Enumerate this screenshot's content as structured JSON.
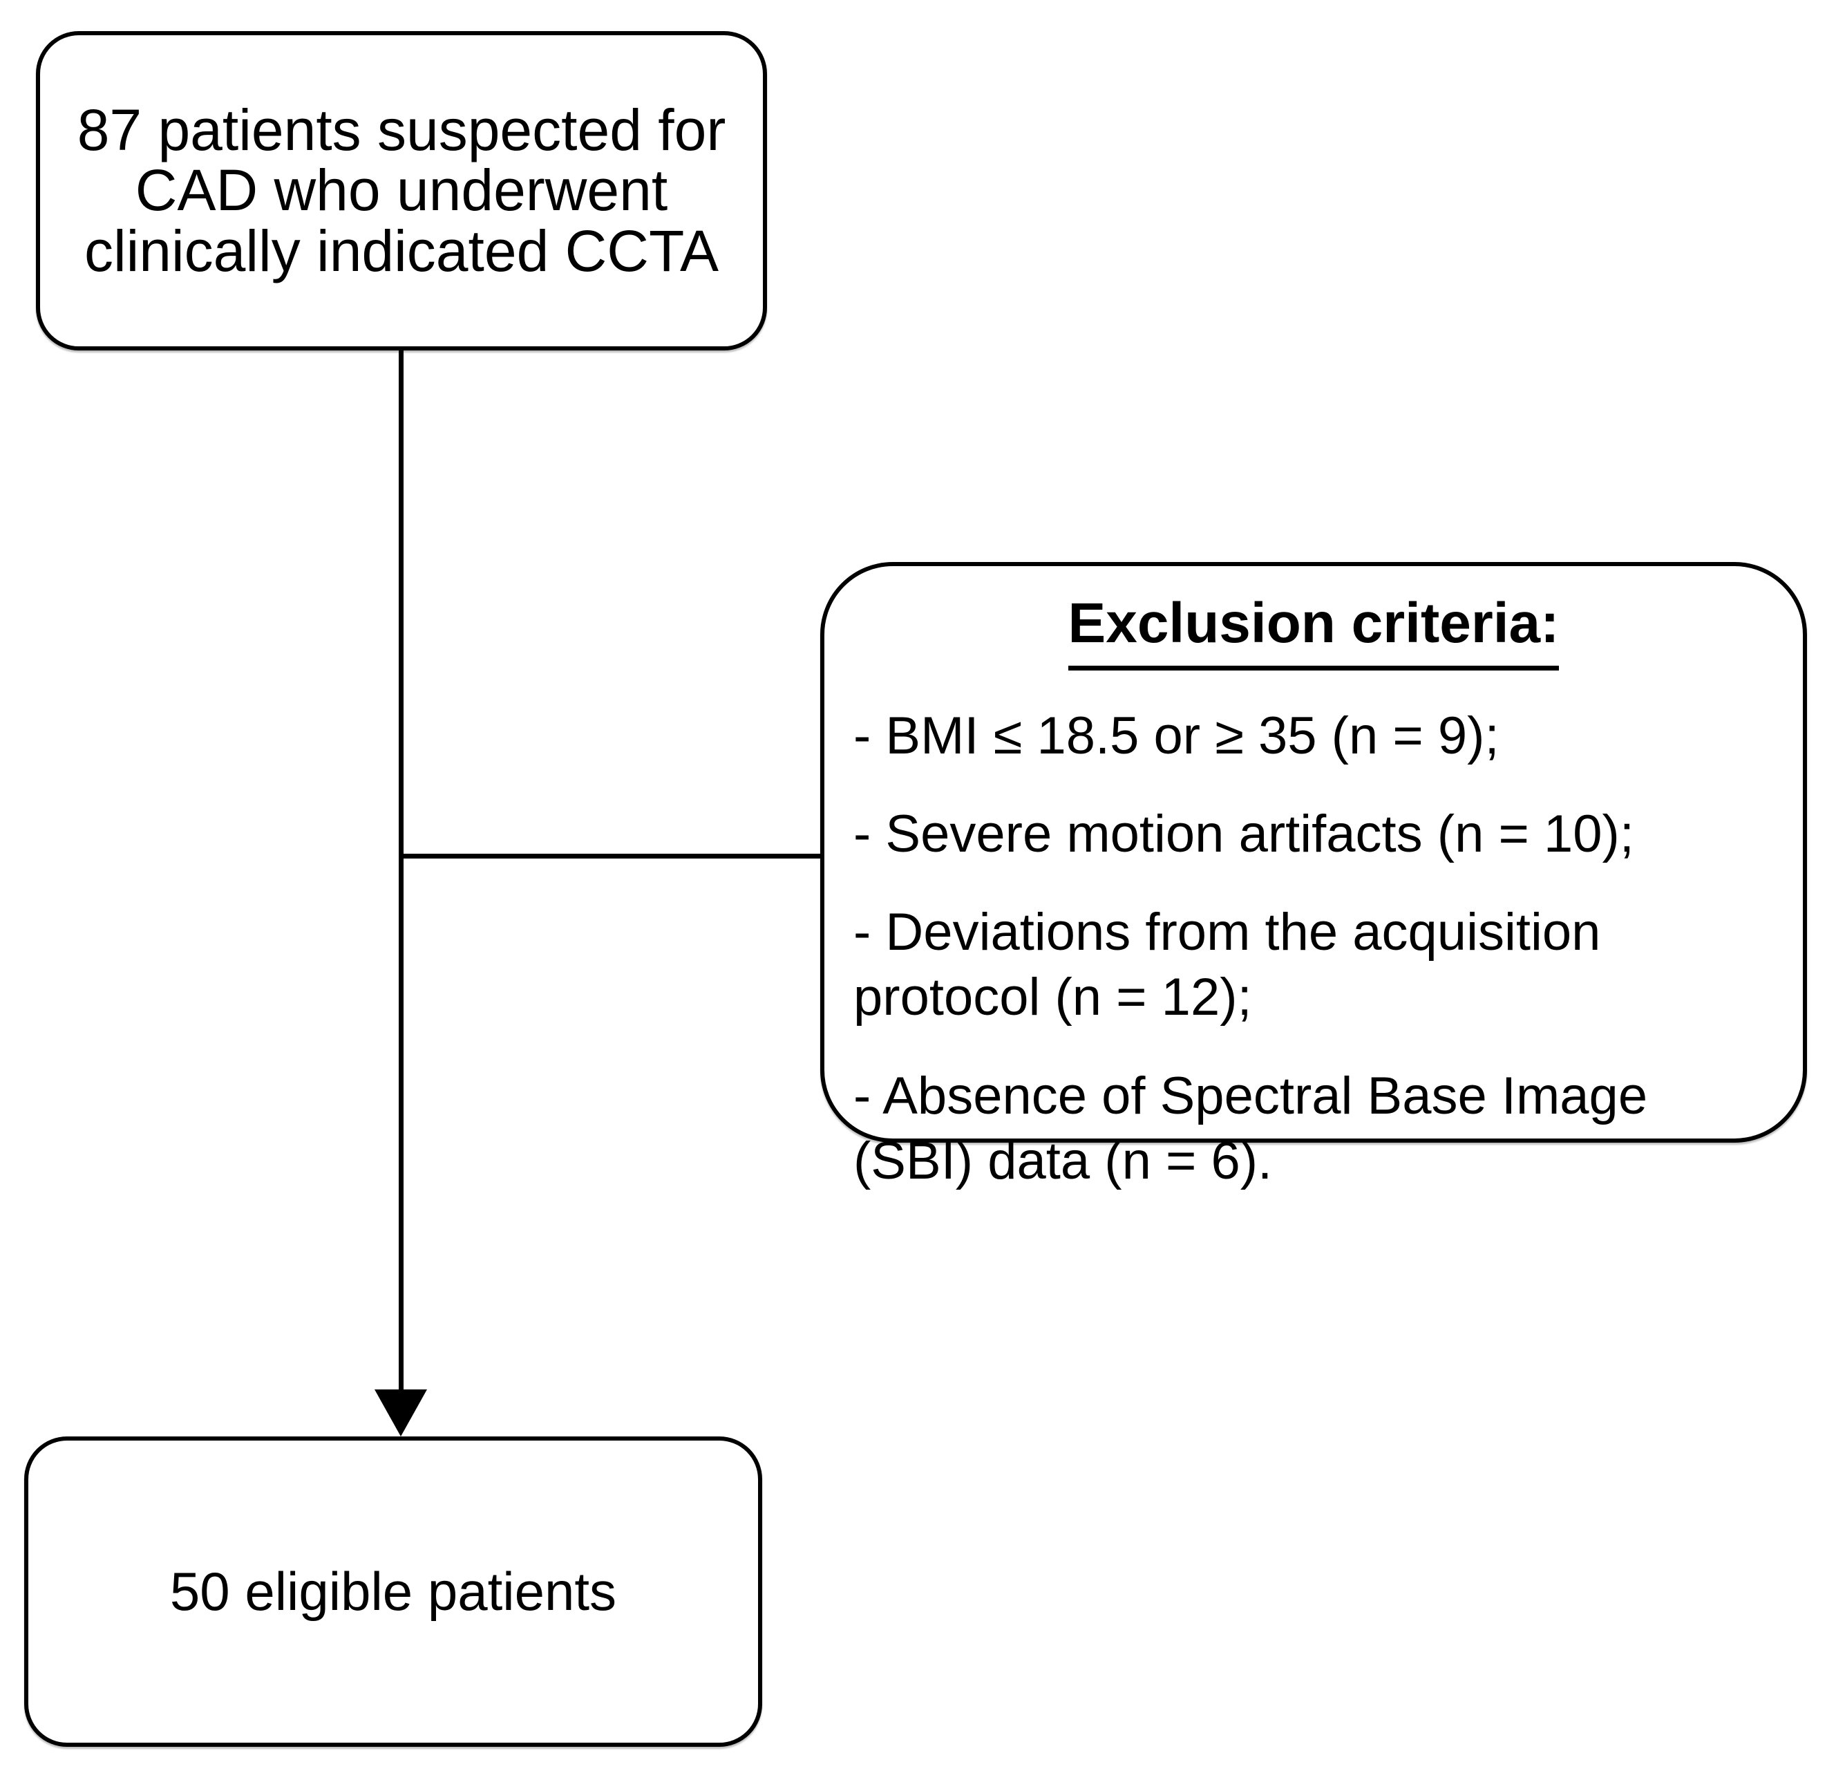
{
  "figure": {
    "type": "flowchart",
    "background_color": "#ffffff",
    "line_color": "#000000",
    "text_color": "#000000",
    "nodes": {
      "initial_cohort": {
        "text": "87 patients suspected for CAD who underwent clinically indicated CCTA"
      },
      "exclusion": {
        "title": "Exclusion criteria:",
        "items": [
          "- BMI ≤ 18.5 or ≥ 35 (n = 9);",
          "- Severe motion artifacts (n = 10);",
          "- Deviations from the acquisition\nprotocol (n = 12);",
          "- Absence of Spectral Base Image\n(SBI) data (n = 6)."
        ]
      },
      "eligible": {
        "text": "50 eligible patients"
      }
    },
    "connections": [
      {
        "from": "initial_cohort",
        "to": "eligible",
        "style": "arrow"
      },
      {
        "from": "initial_cohort",
        "to": "exclusion",
        "style": "branch-line"
      }
    ]
  }
}
